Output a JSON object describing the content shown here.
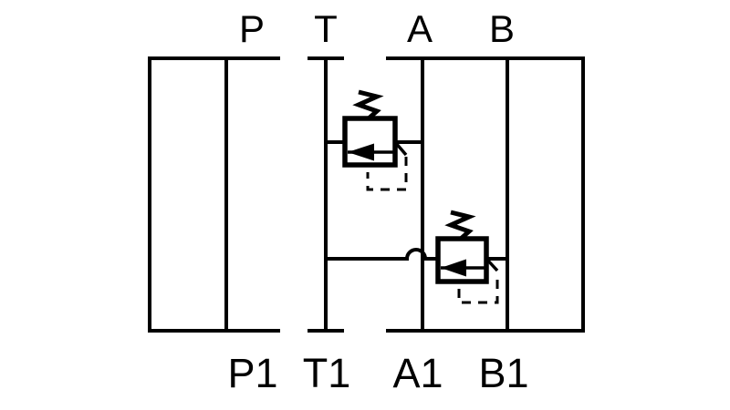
{
  "figure": {
    "background": "#ffffff",
    "line_color": "#000000"
  },
  "ports": {
    "top": [
      "P",
      "T",
      "A",
      "B"
    ],
    "bottom": [
      "P1",
      "T1",
      "A1",
      "B1"
    ]
  },
  "icons": {
    "valve_a": "pressure-relief-valve-icon",
    "valve_b": "pressure-relief-valve-icon",
    "spring": "spring-icon",
    "flow_arrow": "flow-arrow-icon",
    "pilot_line": "dashed-pilot-line",
    "line_hop": "line-crossing-hop"
  }
}
